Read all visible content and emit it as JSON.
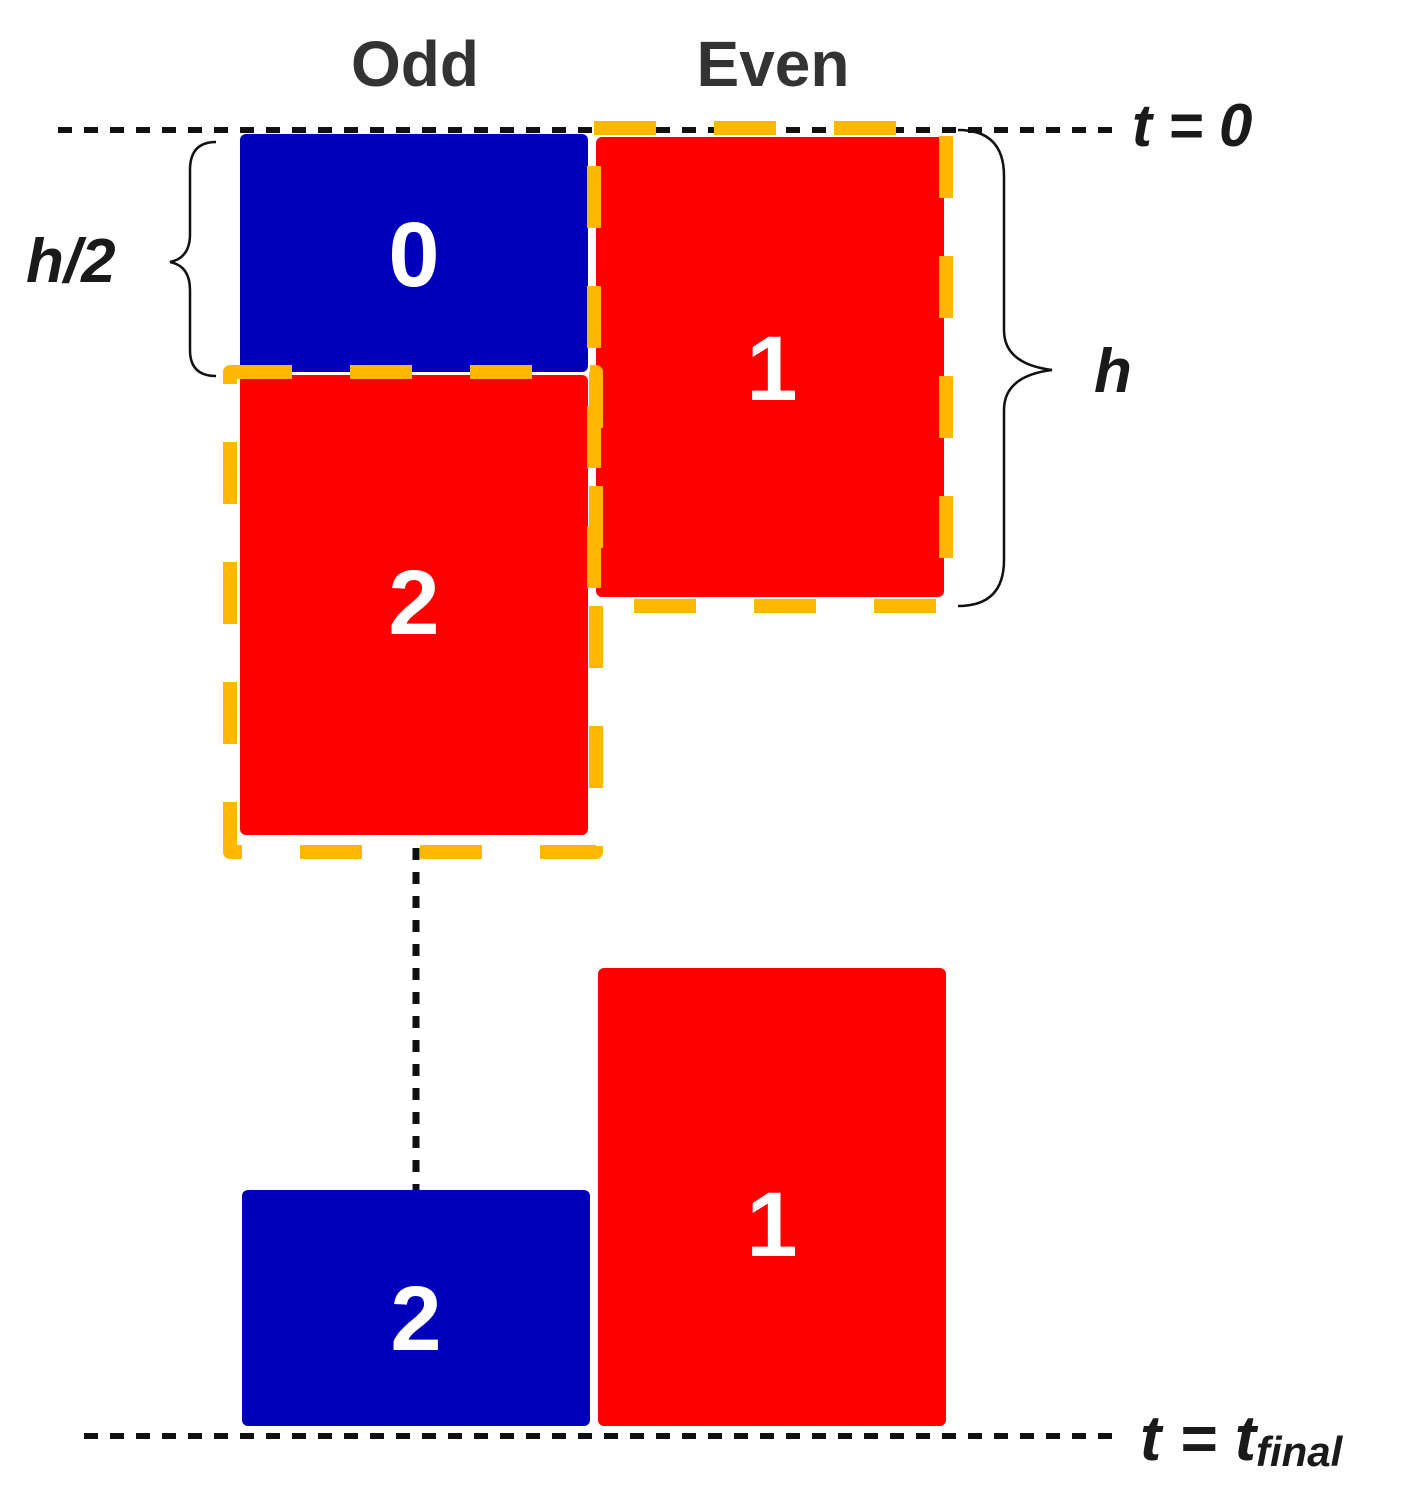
{
  "columns": {
    "odd": "Odd",
    "even": "Even"
  },
  "time_markers": {
    "start": {
      "var": "t",
      "eq": "=",
      "value": "0"
    },
    "end": {
      "var": "t",
      "eq": "=",
      "value": "t",
      "subscript": "final"
    }
  },
  "dimensions": {
    "half_height": "h/2",
    "height": "h"
  },
  "blocks": {
    "top_odd_0": "0",
    "top_odd_2": "2",
    "top_even_1": "1",
    "bottom_odd_2": "2",
    "bottom_even_1": "1"
  },
  "colors": {
    "blue": "#0000bb",
    "red": "#ff0000",
    "highlight": "#ffb800",
    "line": "#111111"
  }
}
